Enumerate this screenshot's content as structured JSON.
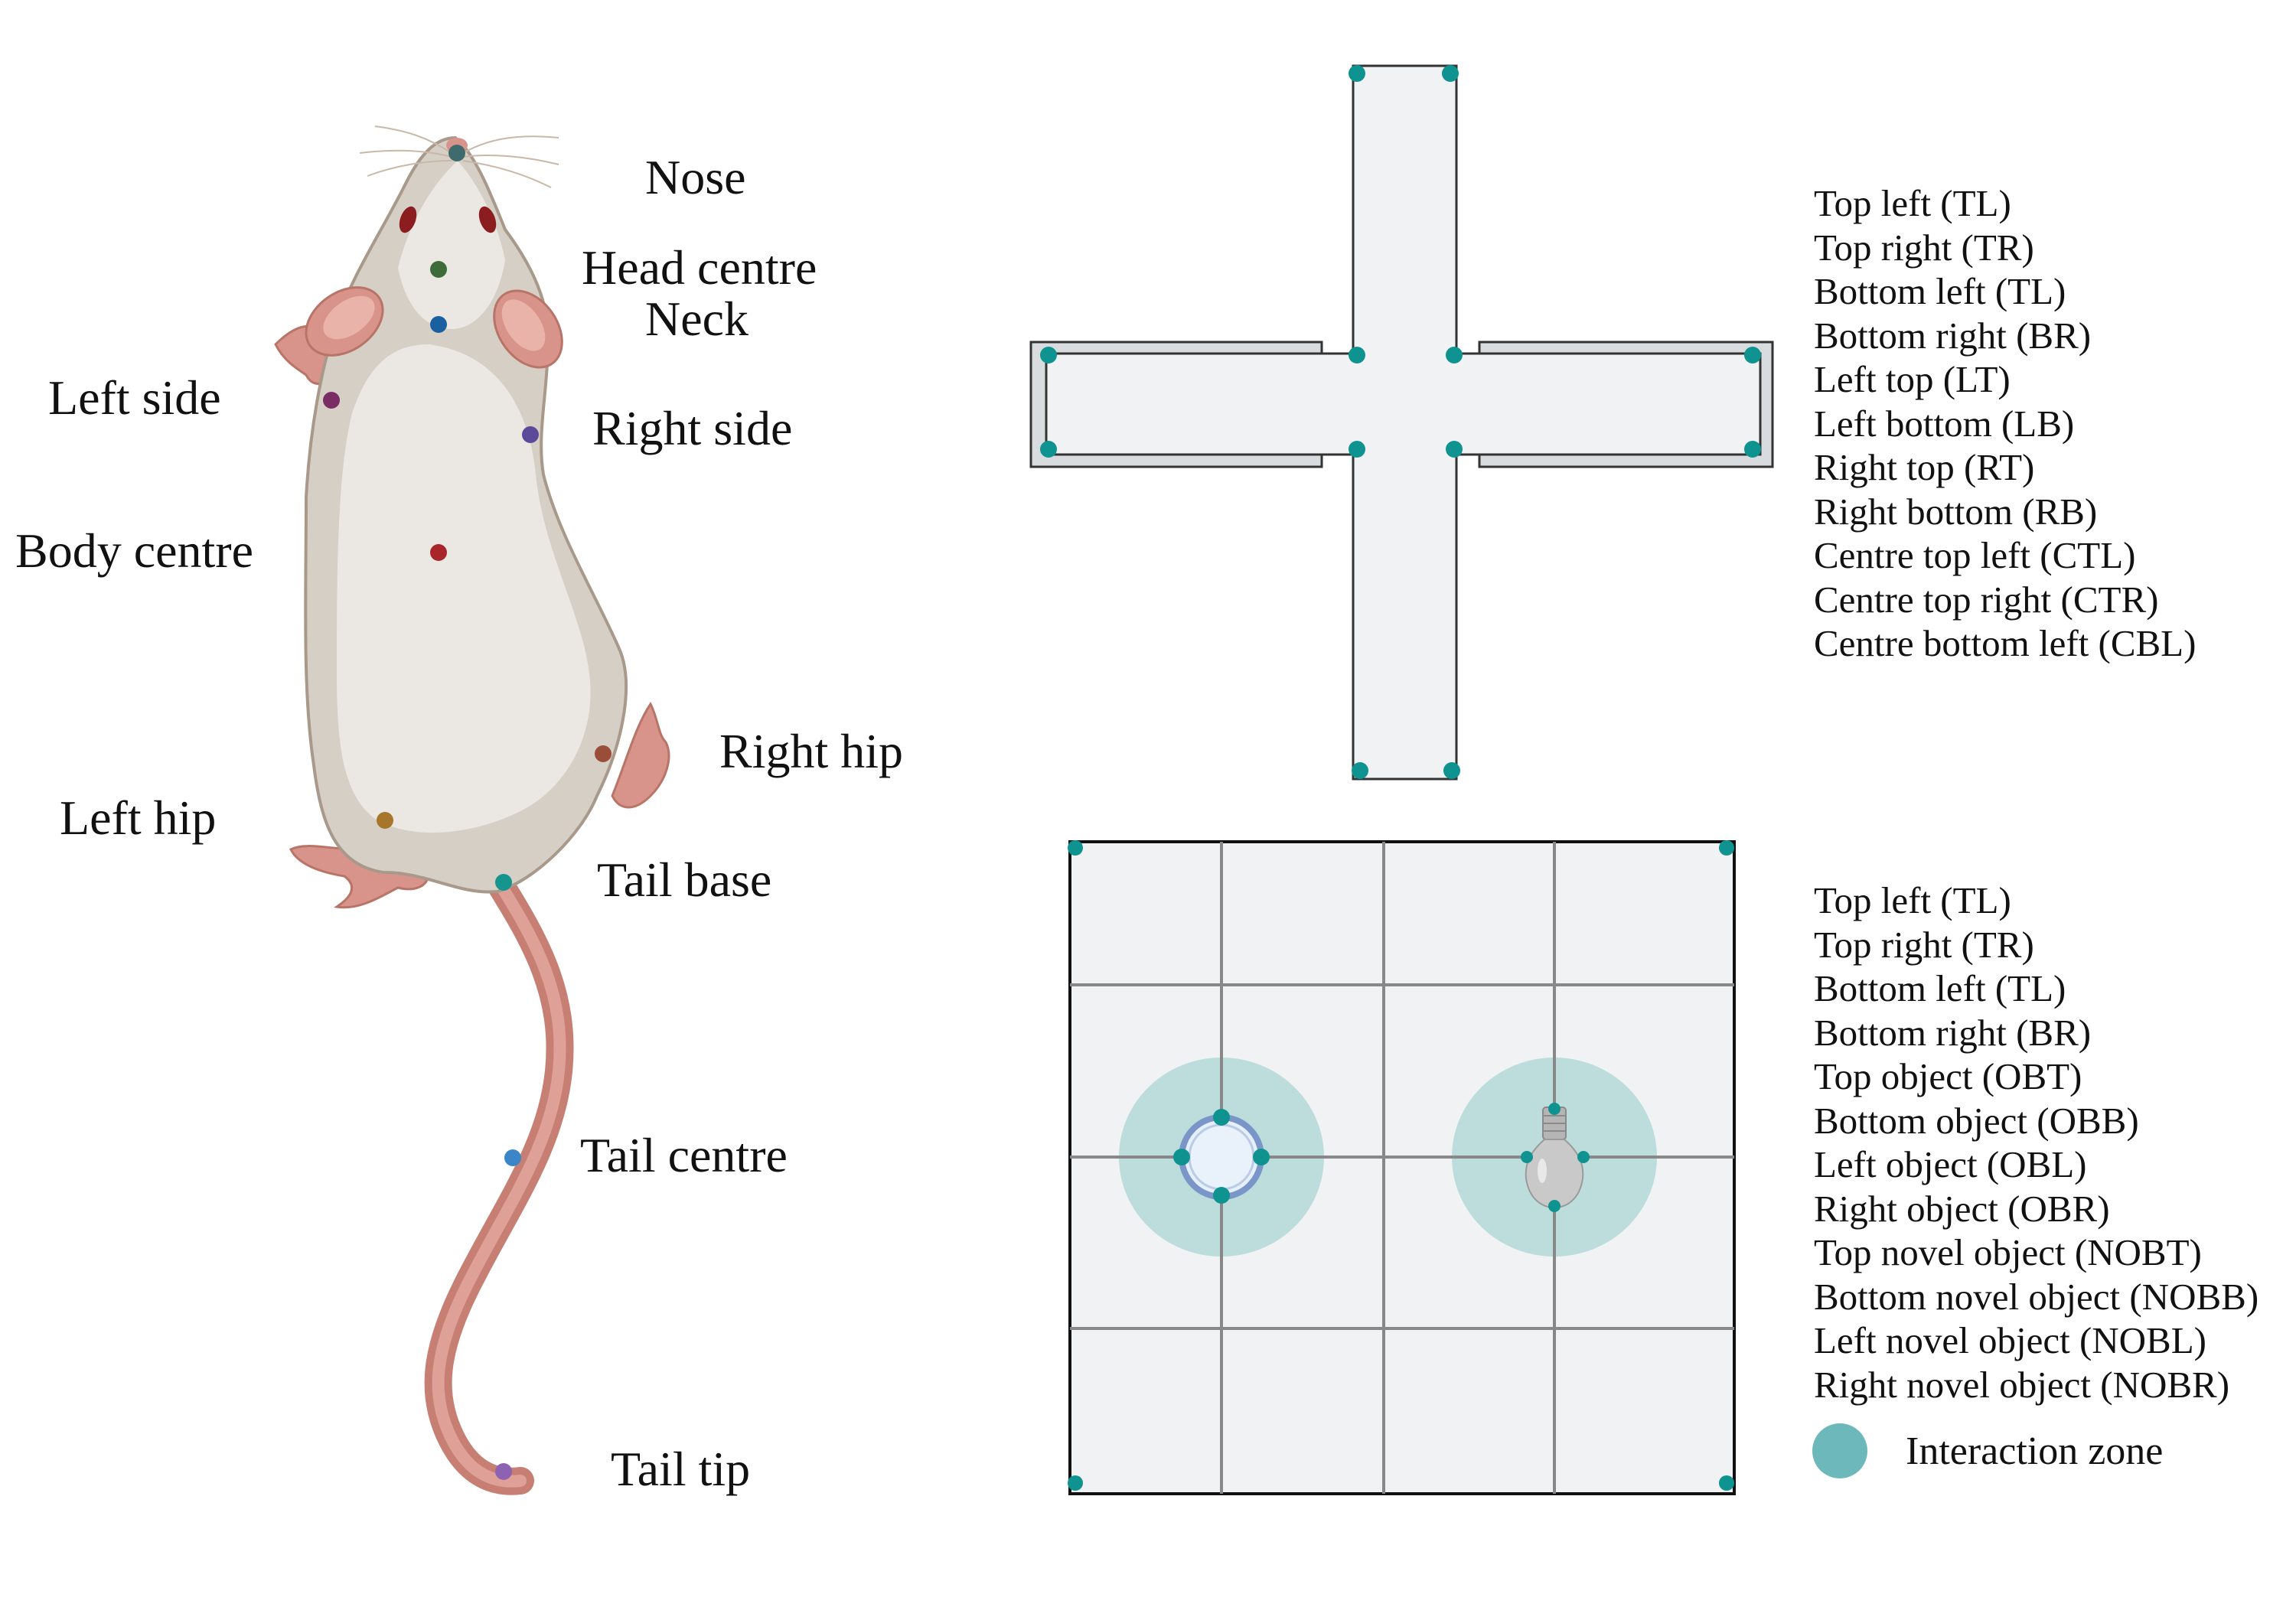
{
  "rat": {
    "labels": {
      "nose": "Nose",
      "head_centre": "Head centre",
      "neck": "Neck",
      "left_side": "Left side",
      "right_side": "Right side",
      "body_centre": "Body centre",
      "right_hip": "Right hip",
      "left_hip": "Left hip",
      "tail_base": "Tail base",
      "tail_centre": "Tail centre",
      "tail_tip": "Tail tip"
    },
    "keypoint_colors": {
      "nose": "#3f6b6e",
      "head_centre": "#3d6b3a",
      "neck": "#1a5fa0",
      "left_side": "#7a2d64",
      "right_side": "#5b4a9a",
      "body_centre": "#a8262a",
      "right_hip": "#9a4e3a",
      "left_hip": "#a8762a",
      "tail_base": "#16958f",
      "tail_centre": "#3a86c8",
      "tail_tip": "#8e62b3"
    }
  },
  "plus_maze": {
    "legend": [
      "Top left (TL)",
      "Top right (TR)",
      "Bottom left (TL)",
      "Bottom right (BR)",
      "Left top (LT)",
      "Left bottom (LB)",
      "Right top (RT)",
      "Right bottom (RB)",
      "Centre top left (CTL)",
      "Centre top right (CTR)",
      "Centre bottom left (CBL)"
    ]
  },
  "open_field": {
    "legend": [
      "Top left (TL)",
      "Top right (TR)",
      "Bottom left (TL)",
      "Bottom right (BR)",
      "Top object (OBT)",
      "Bottom object (OBB)",
      "Left object (OBL)",
      "Right object (OBR)",
      "Top novel object (NOBT)",
      "Bottom novel object (NOBB)",
      "Left novel object (NOBL)",
      "Right novel object (NOBR)"
    ],
    "zone_label": "Interaction zone"
  },
  "colors": {
    "keypoint": "#0f9390",
    "arena_fill": "#f1f2f3",
    "zone_fill": "#a9d5d4",
    "zone_swatch": "#6cb8bb"
  }
}
